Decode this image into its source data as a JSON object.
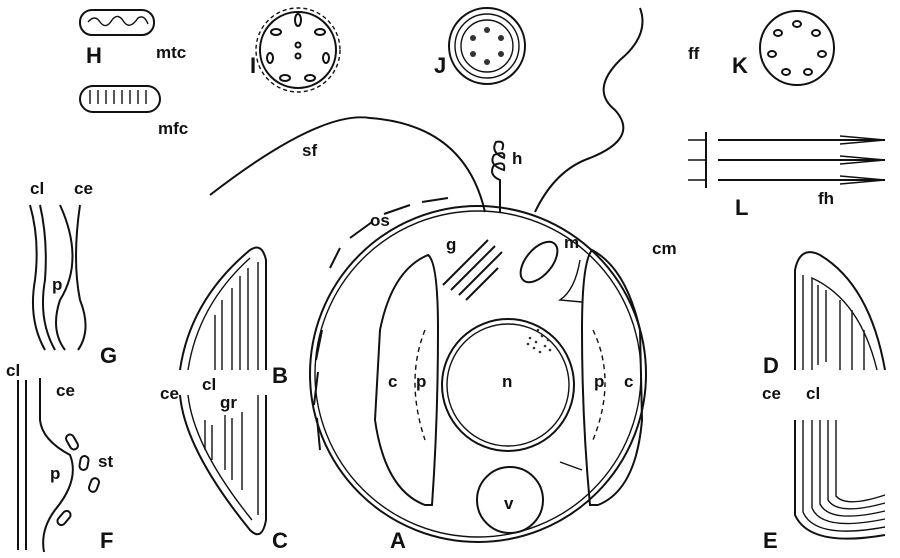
{
  "panels": {
    "a": "A",
    "b": "B",
    "c": "C",
    "d": "D",
    "e": "E",
    "f": "F",
    "g": "G",
    "h": "H",
    "i": "I",
    "j": "J",
    "k": "K",
    "l": "L"
  },
  "labels": {
    "mtc": "mtc",
    "mfc": "mfc",
    "sf": "sf",
    "h": "h",
    "ff": "ff",
    "fh": "fh",
    "os": "os",
    "g": "g",
    "m": "m",
    "cm": "cm",
    "c_left": "c",
    "p_left": "p",
    "n": "n",
    "p_right": "p",
    "c_right": "c",
    "v": "v",
    "g_cl": "cl",
    "g_ce": "ce",
    "g_p": "p",
    "f_cl": "cl",
    "f_ce": "ce",
    "f_p": "p",
    "f_st": "st",
    "c_ce": "ce",
    "c_cl": "cl",
    "c_gr": "gr",
    "e_ce": "ce",
    "e_cl": "cl"
  }
}
